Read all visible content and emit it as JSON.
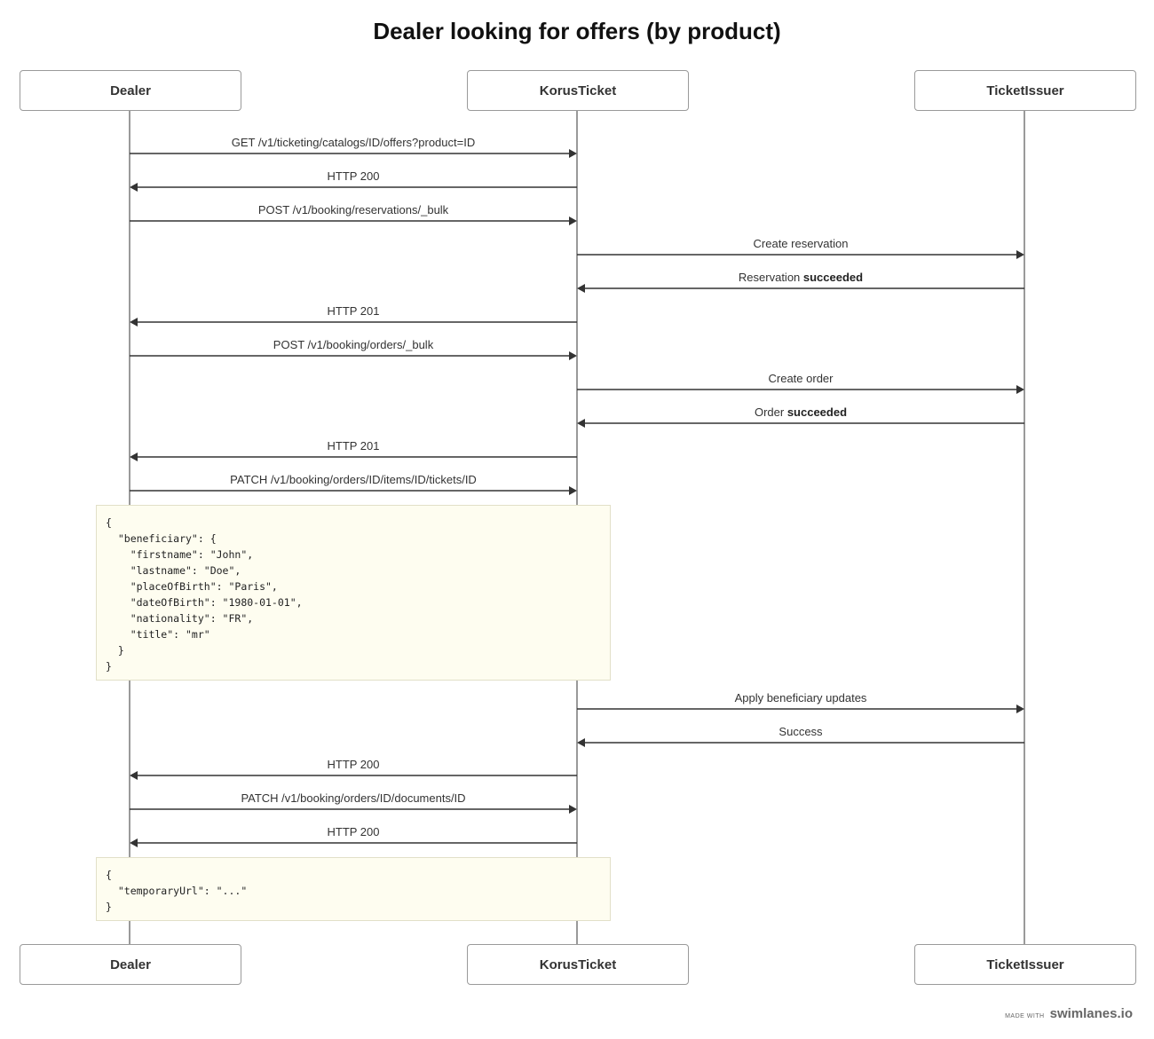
{
  "diagram": {
    "title": "Dealer looking for offers (by product)",
    "actors": [
      "Dealer",
      "KorusTicket",
      "TicketIssuer"
    ],
    "messages": [
      {
        "from": 0,
        "to": 1,
        "text": "GET /v1/ticketing/catalogs/ID/offers?product=ID"
      },
      {
        "from": 1,
        "to": 0,
        "text": "HTTP 200"
      },
      {
        "from": 0,
        "to": 1,
        "text": "POST /v1/booking/reservations/_bulk"
      },
      {
        "from": 1,
        "to": 2,
        "text": "Create reservation"
      },
      {
        "from": 2,
        "to": 1,
        "text": "Reservation ",
        "bold": "succeeded"
      },
      {
        "from": 1,
        "to": 0,
        "text": "HTTP 201"
      },
      {
        "from": 0,
        "to": 1,
        "text": "POST /v1/booking/orders/_bulk"
      },
      {
        "from": 1,
        "to": 2,
        "text": "Create order"
      },
      {
        "from": 2,
        "to": 1,
        "text": "Order ",
        "bold": "succeeded"
      },
      {
        "from": 1,
        "to": 0,
        "text": "HTTP 201"
      },
      {
        "from": 0,
        "to": 1,
        "text": "PATCH /v1/booking/orders/ID/items/ID/tickets/ID"
      },
      {
        "from": 1,
        "to": 2,
        "text": "Apply beneficiary updates"
      },
      {
        "from": 2,
        "to": 1,
        "text": "Success"
      },
      {
        "from": 1,
        "to": 0,
        "text": "HTTP 200"
      },
      {
        "from": 0,
        "to": 1,
        "text": "PATCH /v1/booking/orders/ID/documents/ID"
      },
      {
        "from": 1,
        "to": 0,
        "text": "HTTP 200"
      }
    ],
    "notes": [
      "{\n  \"beneficiary\": {\n    \"firstname\": \"John\",\n    \"lastname\": \"Doe\",\n    \"placeOfBirth\": \"Paris\",\n    \"dateOfBirth\": \"1980-01-01\",\n    \"nationality\": \"FR\",\n    \"title\": \"mr\"\n  }\n}",
      "{\n  \"temporaryUrl\": \"...\"\n}"
    ]
  },
  "footer": {
    "made_with": "MADE WITH",
    "brand": "swimlanes.io"
  }
}
